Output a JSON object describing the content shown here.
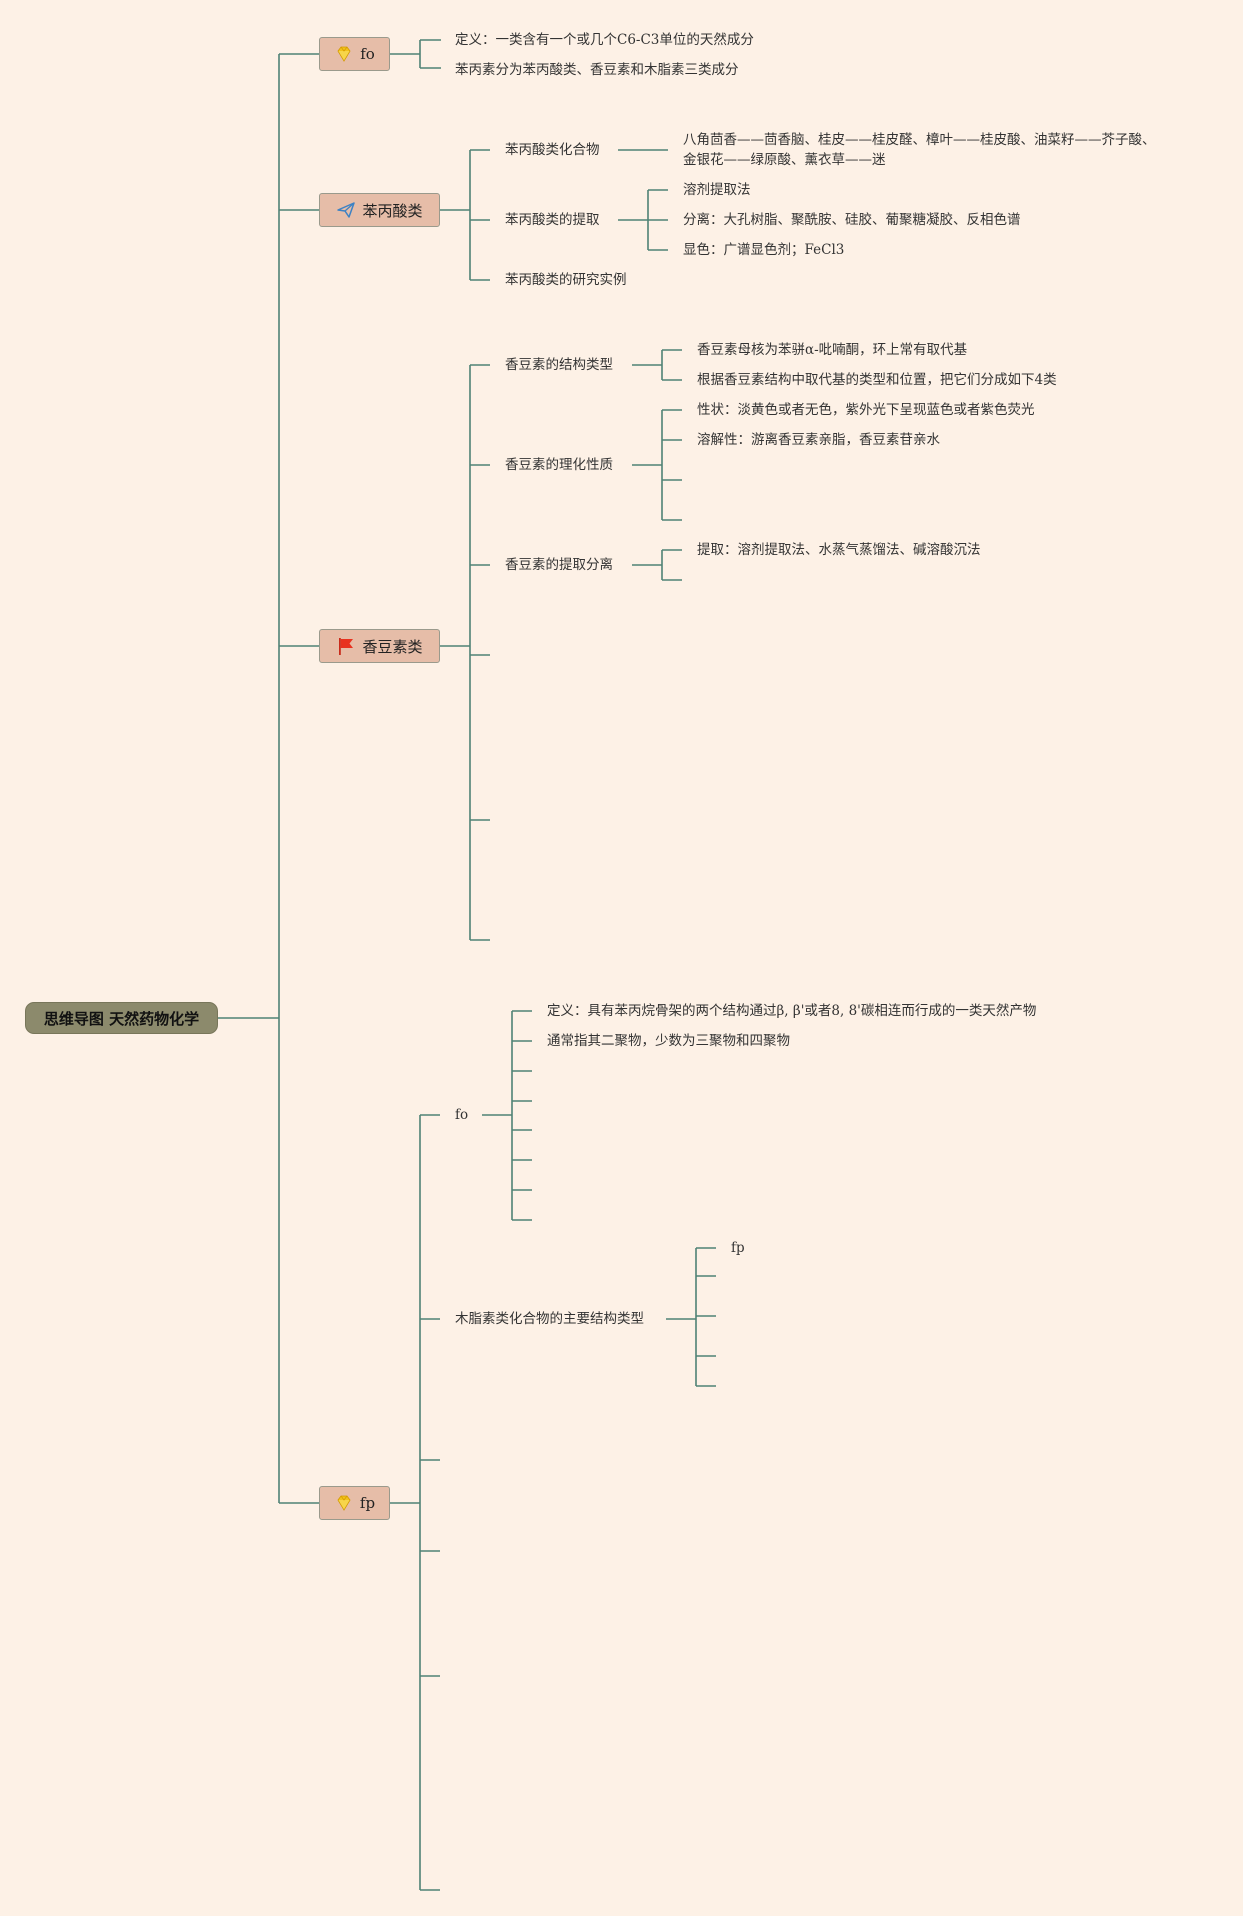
{
  "root": {
    "label": "思维导图 天然药物化学"
  },
  "topics": {
    "t1": "fo",
    "t2": "苯丙酸类",
    "t3": "香豆素类",
    "t4": "fp"
  },
  "icons": {
    "t1": "gem-icon",
    "t2": "paper-plane-icon",
    "t3": "red-flag-icon",
    "t4": "gem-icon"
  },
  "nodes": {
    "fo_def": "定义：一类含有一个或几个C6-C3单位的天然成分",
    "fo_classes": "苯丙素分为苯丙酸类、香豆素和木脂素三类成分",
    "pa_compounds": "苯丙酸类化合物",
    "pa_compounds_detail_1": "八角茴香——茴香脑、桂皮——桂皮醛、樟叶——桂皮酸、油菜籽——芥子酸、",
    "pa_compounds_detail_2": "金银花——绿原酸、薰衣草——迷",
    "pa_extract": "苯丙酸类的提取",
    "pa_ex_solvent": "溶剂提取法",
    "pa_ex_separate": "分离：大孔树脂、聚酰胺、硅胶、葡聚糖凝胶、反相色谱",
    "pa_ex_color": "显色：广谱显色剂；FeCl3",
    "pa_research": "苯丙酸类的研究实例",
    "co_structure": "香豆素的结构类型",
    "co_struct_core": "香豆素母核为苯骈α-吡喃酮，环上常有取代基",
    "co_struct_types": "根据香豆素结构中取代基的类型和位置，把它们分成如下4类",
    "co_props": "香豆素的理化性质",
    "co_prop_appearance": "性状：淡黄色或者无色，紫外光下呈现蓝色或者紫色荧光",
    "co_prop_solubility": "溶解性：游离香豆素亲脂，香豆素苷亲水",
    "co_extract": "香豆素的提取分离",
    "co_ex_method": "提取：溶剂提取法、水蒸气蒸馏法、碱溶酸沉法",
    "li_fo": "fo",
    "li_def": "定义：具有苯丙烷骨架的两个结构通过β, β'或者8, 8'碳相连而行成的一类天然产物",
    "li_polymer": "通常指其二聚物，少数为三聚物和四聚物",
    "li_types": "木脂素类化合物的主要结构类型",
    "li_types_fp": "fp"
  }
}
